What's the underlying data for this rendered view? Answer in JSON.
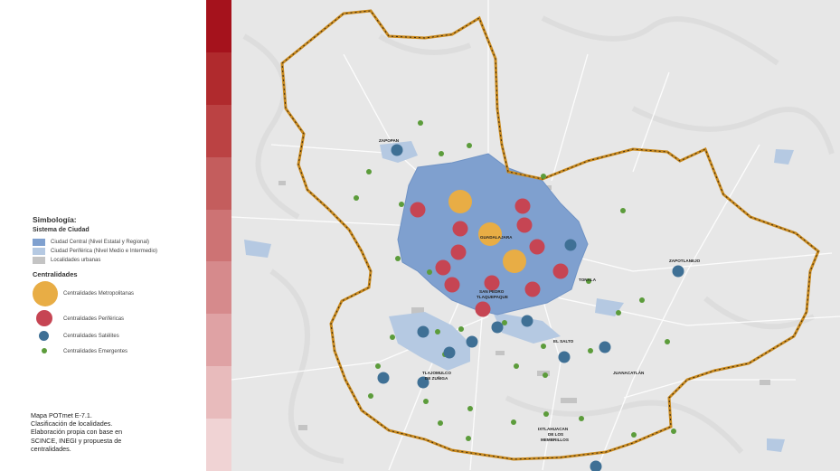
{
  "colors": {
    "ciudad_central": "#7fa0cf",
    "ciudad_periferica": "#b5c9e2",
    "localidades_urbanas": "#c4c4c4",
    "metropolitanas": "#e8ad45",
    "perifericas": "#c64553",
    "satelites": "#3f7095",
    "emergentes": "#5c9c3b",
    "boundary": "#c98a1f",
    "ramp": [
      "#a5121c",
      "#b02a2d",
      "#bb4243",
      "#c45d5d",
      "#cd7374",
      "#d68a8c",
      "#dfa2a4",
      "#e8bbbc",
      "#f0d3d4"
    ]
  },
  "legend": {
    "title": "Simbología:",
    "section_city": "Sistema de Ciudad",
    "city_items": [
      "Ciudad Central (Nivel Estatal y Regional)",
      "Ciudad Periférica (Nivel Medio e Intermedio)",
      "Localidades urbanas"
    ],
    "section_centers": "Centralidades",
    "center_items": [
      "Centralidades Metropolitanas",
      "Centralidades Periféricas",
      "Centralidades Satélites",
      "Centralidades Emergentes"
    ]
  },
  "caption": [
    "Mapa POTmet  E-7.1.",
    "Clasificación de localidades.",
    "Elaboración propia con base en",
    "SCINCE, INEGI y propuesta de",
    "centralidades."
  ],
  "place_labels": {
    "guadalajara": "GUADALAJARA",
    "zapotlanejo": "ZAPOTLANEJO",
    "tonala": "TONALA",
    "san_pedro_1": "SAN PEDRO",
    "san_pedro_2": "TLAQUEPAQUE",
    "el_salto": "EL SALTO",
    "tlajomulco_1": "TLAJOMULCO",
    "tlajomulco_2": "DE ZUÑIGA",
    "juanacatlan": "JUANACATLÁN",
    "ixtlahuacan_1": "IXTLAHUACAN",
    "ixtlahuacan_2": "DE LOS",
    "ixtlahuacan_3": "MEMBRILLOS",
    "zapopan": "ZAPOPAN"
  }
}
